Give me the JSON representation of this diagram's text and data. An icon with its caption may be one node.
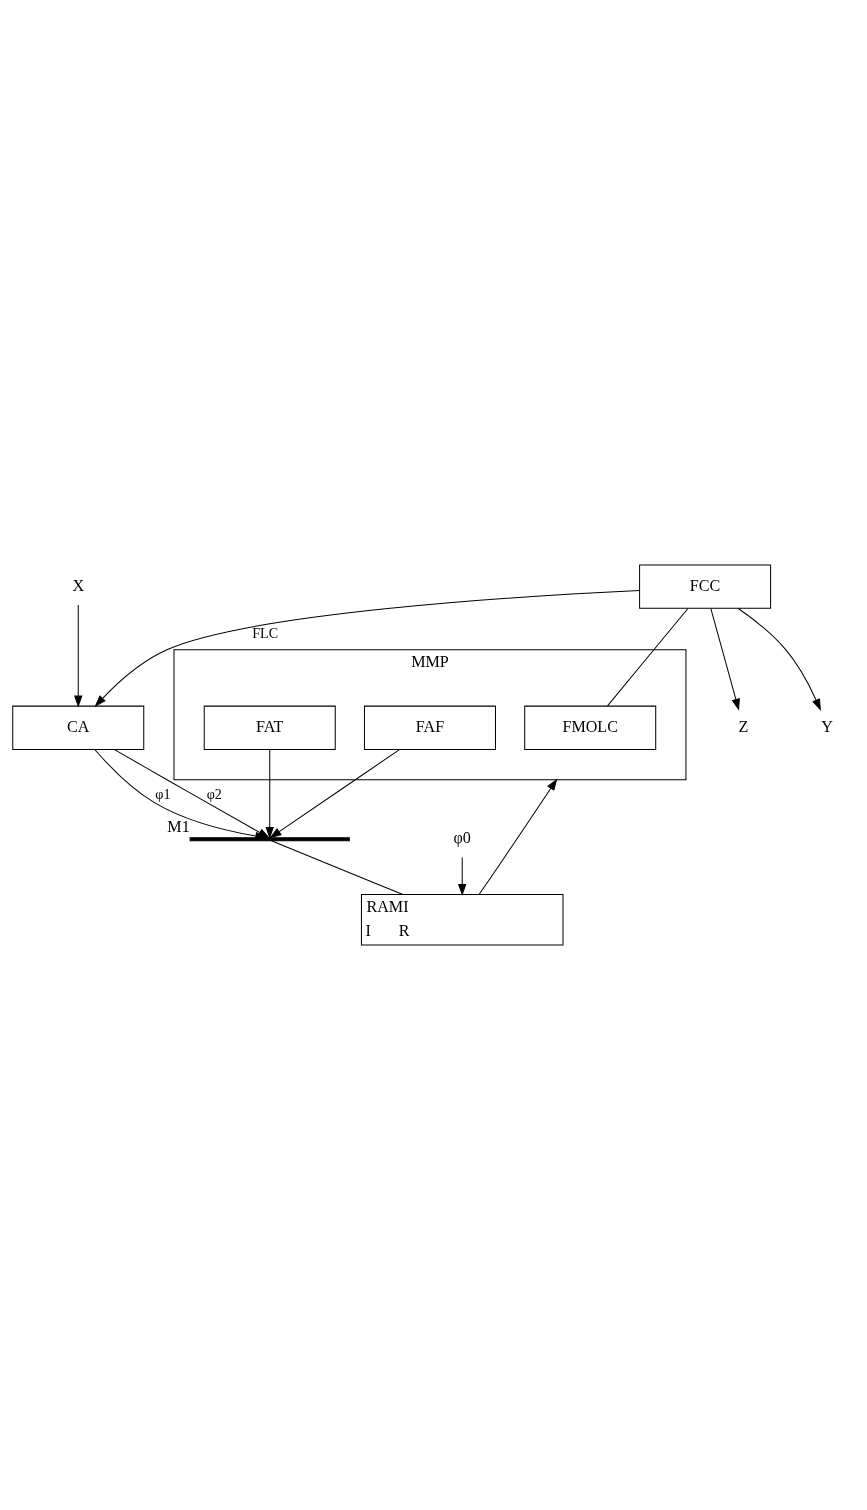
{
  "diagram": {
    "nodes": [
      {
        "text": [
          "X"
        ]
      },
      {
        "text": [
          "CA"
        ]
      },
      {
        "text": [],
        "shape": "bar",
        "beside": [
          "M1"
        ]
      },
      {
        "text": [
          "φ0"
        ]
      },
      {
        "text": [
          "RAMI",
          "I",
          "R"
        ]
      },
      {
        "text": [
          "MMP"
        ]
      },
      {
        "text": [
          "FMOLC"
        ],
        "in": 5
      },
      {
        "text": [
          "FAT"
        ],
        "in": 5
      },
      {
        "text": [
          "FAF"
        ],
        "in": 5
      },
      {
        "text": [
          "FCC"
        ]
      },
      {
        "text": [
          "Z"
        ]
      },
      {
        "text": [
          "Y"
        ]
      }
    ],
    "edges": [
      {
        "from": 0,
        "to": 1,
        "arrow": "to"
      },
      {
        "from": 9,
        "to": 1,
        "arrow": "to",
        "label": "FLC"
      },
      {
        "from": 1,
        "to": 2,
        "arrow": "to",
        "label": "φ1"
      },
      {
        "from": 1,
        "to": 2,
        "arrow": "to",
        "label": "φ2"
      },
      {
        "from": 7,
        "to": 2,
        "arrow": "to"
      },
      {
        "from": 8,
        "to": 2,
        "arrow": "to"
      },
      {
        "from": 3,
        "to": 4,
        "arrow": "to"
      },
      {
        "from": 2,
        "to": 4,
        "arrow": "none"
      },
      {
        "from": 4,
        "to": 5,
        "arrow": "to"
      },
      {
        "from": 6,
        "to": 9,
        "arrow": "none"
      },
      {
        "from": 9,
        "to": 10,
        "arrow": "to"
      },
      {
        "from": 9,
        "to": 11,
        "arrow": "to"
      }
    ]
  }
}
